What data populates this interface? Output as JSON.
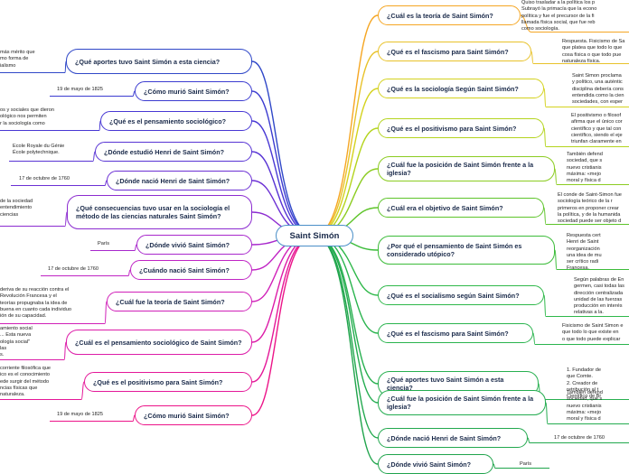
{
  "central": {
    "label": "Saint Simón"
  },
  "right": [
    {
      "q": "¿Cuál es la teoría de Saint Simón?",
      "a": "Quiso trasladar a la política los p\nSubrayó la primacía que la econo\npolítica y fue el precursor de la fi\nllamada física social, que fue reb\ncomo sociología.",
      "color": "#f5a623"
    },
    {
      "q": "¿Qué es el fascismo para Saint Simón?",
      "a": "Respuesta. Fisicismo de Sa\nque platea que todo lo que\ncosa física o que todo pue\nnaturaleza física.",
      "color": "#e8c22a"
    },
    {
      "q": "¿Qué es la sociología Según Saint Simón?",
      "a": "Saint Simon proclama\ny político, una auténtic\ndisciplina debería cons\nentendida como la cien\nsociedades, con esper",
      "color": "#d4d21e"
    },
    {
      "q": "¿Qué es el positivismo para Saint Simón?",
      "a": "El positivismo o filosof\nafirma que el único cor\ncientífico y que tal con\ncientífico, siendo el eje\ntriunfan claramente en",
      "color": "#b4d41e"
    },
    {
      "q": "¿Cuál fue la posición de Saint Simón frente a la iglesia?",
      "a": "También defend\nsociedad, que s\nnuevo cristianis\nmáxima: «mejo\nmoral y física d",
      "color": "#8ccc22"
    },
    {
      "q": "¿Cuál era el objetivo de Saint Simón?",
      "a": "El conde de Saint-Simon fue\nsociología teórico de la r\nprimeros en proponer crear\nla política, y de la humanida\nsociedad puede ser objeto d",
      "color": "#5ec42a"
    },
    {
      "q": "¿Por qué el pensamiento de Saint Simón es considerado utópico?",
      "a": "Respuesta cert\nHenri de Saint\nreorganización\nuna idea de mu\nser crítico radi\nFrancesa.",
      "color": "#3cbc3a"
    },
    {
      "q": "¿Qué es el socialismo según Saint Simón?",
      "a": "Según palabras de En\ngermen, casi todas las\ndirección centralizada\nunidad de las fuerzas\nproducción en interés\nrelativas a la.",
      "color": "#2fb84a"
    },
    {
      "q": "¿Qué es el fascismo para Saint Simón?",
      "a": "Fisicismo de Saint Simon e\nque todo lo que existe en\no que todo puede explicar",
      "color": "#2ab44e"
    },
    {
      "q": "¿Qué aportes tuvo Saint Simón a esta ciencia?",
      "a": "1. Fundador de\nque Comte.\n2. Creador de\nretribución al t\nCientífico de Br",
      "color": "#28b050"
    },
    {
      "q": "¿Cuál fue la posición de Saint Simón frente a la iglesia?",
      "a": "También defend\nsociedad, que s\nnuevo cristianis\nmáxima: «mejo\nmoral y física d",
      "color": "#24ac50"
    },
    {
      "q": "¿Dónde nació Henri de Saint Simón?",
      "a": "17 de octubre de 1760",
      "color": "#22a84e"
    },
    {
      "q": "¿Dónde vivió Saint Simón?",
      "a": "París",
      "color": "#20a44c"
    }
  ],
  "left": [
    {
      "q": "¿Qué aportes tuvo Saint Simón a esta ciencia?",
      "a": "más mérito que\nmo forma de\nialismo",
      "color": "#3048c8"
    },
    {
      "q": "¿Cómo murió Saint Simón?",
      "a": "19 de mayo de 1825",
      "color": "#3c3cd0"
    },
    {
      "q": "¿Qué es el pensamiento sociológico?",
      "a": "os y sociales que dieron\nológico nos permiten\nr la sociología como",
      "color": "#4838d4"
    },
    {
      "q": "¿Dónde estudió Henri de Saint Simón?",
      "a": "École Royale du Génie\nÉcole polytechnique.",
      "color": "#5834d4"
    },
    {
      "q": "¿Dónde nació Henri de Saint Simón?",
      "a": "17 de octubre de 1760",
      "color": "#6c30d4"
    },
    {
      "q": "¿Qué consecuencias tuvo usar en la sociología el método de las ciencias naturales Saint Simón?",
      "a": "de la sociedad\nentendimiento\nciencias",
      "color": "#8c2cd0"
    },
    {
      "q": "¿Dónde vivió Saint Simón?",
      "a": "París",
      "color": "#a828cc"
    },
    {
      "q": "¿Cuándo nació Saint Simón?",
      "a": "17 de octubre de 1760",
      "color": "#c024c4"
    },
    {
      "q": "¿Cuál fue la teoría de Saint Simón?",
      "a": "deriva de su reacción contra el\nRevolución Francesa y el\nteorías propugnaba la idea de\nbuena en cuanto cada individuo\nión de su capacidad.",
      "color": "#d020b8"
    },
    {
      "q": "¿Cuál es el pensamiento sociológico de Saint Simón?",
      "a": "amiento social\n... Esta nueva\nología social\"\nlas\ns.",
      "color": "#dc1ca8"
    },
    {
      "q": "¿Qué es el positivismo para Saint Simón?",
      "a": "corriente filosófica que\nico es el conocimiento\nede surgir del método\nncias físicas que\nnaturaleza.",
      "color": "#e41898"
    },
    {
      "q": "¿Cómo murió Saint Simón?",
      "a": "19 de mayo de 1825",
      "color": "#ec1488"
    }
  ]
}
